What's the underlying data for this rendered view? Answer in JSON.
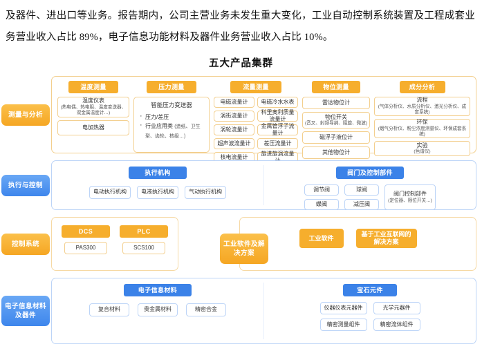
{
  "document": {
    "paragraph": "及器件、进出口等业务。报告期内，公司主营业务未发生重大变化，工业自动控制系统装置及工程成套业务营业收入占比 89%，电子信息功能材料及器件业务营业收入占比 10%。",
    "figure_title": "五大产品集群"
  },
  "colors": {
    "orange_pill": "#f5a623",
    "orange_chip": "#f6ae2d",
    "blue_pill": "#3e86ec",
    "blue_chip": "#3b82e8",
    "orange_border": "#f3cf8e",
    "blue_border": "#bcd4f7"
  },
  "rows": [
    {
      "label": "测量与分析",
      "theme": "orange",
      "groups": [
        {
          "title": "温度测量",
          "items": [
            {
              "head": "温度仪表",
              "sub": "(热电偶、热电阻、温度变送器、双金属温度计…)"
            },
            {
              "head": "电加热器",
              "sub": ""
            }
          ]
        },
        {
          "title": "压力测量",
          "card_title": "智能压力变送器",
          "bullets": [
            {
              "text": "压力/差压",
              "note": ""
            },
            {
              "text": "行业应用类",
              "note": "(造纸、卫生型、齿轮、核级…)"
            }
          ]
        },
        {
          "title": "流量测量",
          "col_left": [
            "电磁流量计",
            "涡街流量计",
            "涡轮流量计",
            "超声波流量计",
            "核电流量计"
          ],
          "col_right": [
            "电磁冷水水表",
            "科里奥利质量流量计",
            "金属管浮子流量计",
            "差压流量计",
            "旋进旋涡流量计"
          ]
        },
        {
          "title": "物位测量",
          "items": [
            {
              "head": "雷达物位计",
              "sub": ""
            },
            {
              "head": "物位开关",
              "sub": "(音叉、射频导纳、阻旋、微波)"
            },
            {
              "head": "磁浮子液位计",
              "sub": ""
            },
            {
              "head": "其他物位计",
              "sub": ""
            }
          ]
        },
        {
          "title": "成分分析",
          "items": [
            {
              "head": "流程",
              "sub": "(气体分析仪、水质分析仪、激光分析仪、成套系统)"
            },
            {
              "head": "环保",
              "sub": "(烟气分析仪、粉尘浓度测量仪、环保成套系统)"
            },
            {
              "head": "实验",
              "sub": "(色谱仪)"
            }
          ]
        }
      ]
    },
    {
      "label": "执行与控制",
      "theme": "blue",
      "groups": [
        {
          "title": "执行机构",
          "items_flat": [
            "电动执行机构",
            "电液执行机构",
            "气动执行机构"
          ]
        },
        {
          "title": "阀门及控制部件",
          "col_left": [
            "调节阀",
            "蝶阀"
          ],
          "col_right": [
            "球阀",
            "减压阀"
          ],
          "wide": {
            "head": "阀门控制部件",
            "sub": "(定位器、限位开关…)"
          }
        }
      ]
    },
    {
      "label": "控制系统",
      "theme": "orange",
      "second_label": "工业软件及解决方案",
      "groups": [
        {
          "title": "DCS",
          "value": "PAS300"
        },
        {
          "title": "PLC",
          "value": "SCS100"
        }
      ],
      "software": [
        {
          "label": "工业软件",
          "wide": false
        },
        {
          "label": "基于工业互联网的解决方案",
          "wide": true
        }
      ]
    },
    {
      "label": "电子信息材料及器件",
      "theme": "blue",
      "groups": [
        {
          "title": "电子信息材料",
          "items_flat": [
            "复合材料",
            "贵金属材料",
            "精密合金"
          ]
        },
        {
          "title": "宝石元件",
          "col_left": [
            "仪器仪表元器件",
            "精密测量组件"
          ],
          "col_right": [
            "光学元器件",
            "精密流体组件"
          ]
        }
      ]
    }
  ]
}
